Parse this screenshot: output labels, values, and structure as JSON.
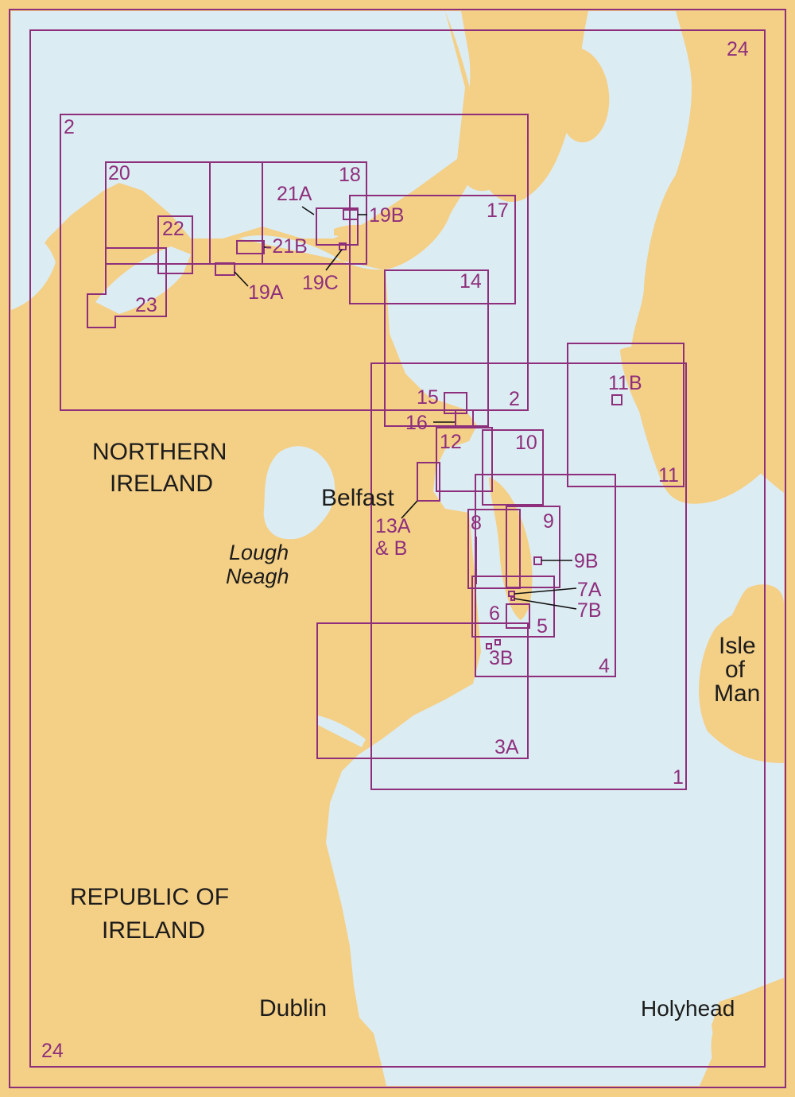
{
  "map": {
    "colors": {
      "land": "#f4cf86",
      "sea": "#dcecf3",
      "chart_outline": "#8e2f7c",
      "label": "#8e2f7c"
    },
    "places": {
      "northern_ireland_line1": "NORTHERN",
      "northern_ireland_line2": "IRELAND",
      "republic_line1": "REPUBLIC OF",
      "republic_line2": "IRELAND",
      "belfast": "Belfast",
      "lough_neagh_line1": "Lough",
      "lough_neagh_line2": "Neagh",
      "isle_of_man_line1": "Isle",
      "isle_of_man_line2": "of",
      "isle_of_man_line3": "Man",
      "dublin": "Dublin",
      "holyhead": "Holyhead"
    },
    "charts": {
      "c24": "24",
      "c1": "1",
      "c2": "2",
      "c3a": "3A",
      "c3b": "3B",
      "c4": "4",
      "c5": "5",
      "c6": "6",
      "c7a": "7A",
      "c7b": "7B",
      "c8": "8",
      "c9": "9",
      "c9b": "9B",
      "c10": "10",
      "c11": "11",
      "c11b": "11B",
      "c12": "12",
      "c13ab_line1": "13A",
      "c13ab_line2": "& B",
      "c14": "14",
      "c15": "15",
      "c16": "16",
      "c17": "17",
      "c18": "18",
      "c19a": "19A",
      "c19b": "19B",
      "c19c": "19C",
      "c20": "20",
      "c21a": "21A",
      "c21b": "-21B",
      "c22": "22",
      "c23": "23"
    }
  }
}
